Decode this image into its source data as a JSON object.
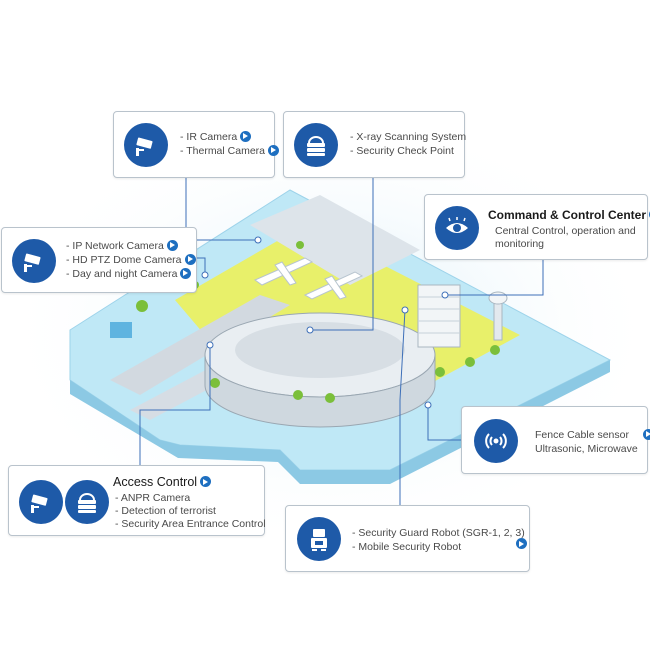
{
  "colors": {
    "accent": "#1e5aa8",
    "arrow": "#1e6fc0",
    "ground": "#e8f06a",
    "platform": "#bfe8f6",
    "line": "#3d6fb8"
  },
  "cards": {
    "ir": {
      "icon": "cctv-camera-icon",
      "items": [
        "- IR Camera",
        "- Thermal Camera"
      ]
    },
    "xray": {
      "icon": "xray-scanner-icon",
      "items": [
        "- X-ray Scanning System",
        "- Security Check Point"
      ]
    },
    "ip": {
      "icon": "cctv-camera-icon",
      "items": [
        "- IP Network Camera",
        "- HD PTZ  Dome Camera",
        "- Day and night Camera"
      ]
    },
    "command": {
      "icon": "eye-icon",
      "title": "Command & Control Center",
      "desc1": "Central Control, operation and",
      "desc2": "monitoring"
    },
    "fence": {
      "icon": "signal-wave-icon",
      "items": [
        "Fence Cable sensor",
        "Ultrasonic, Microwave"
      ]
    },
    "access": {
      "icon1": "cctv-camera-icon",
      "icon2": "xray-scanner-icon",
      "title": "Access Control",
      "items": [
        "- ANPR Camera",
        "- Detection of terrorist",
        "- Security Area Entrance Control"
      ]
    },
    "robot": {
      "icon": "robot-icon",
      "items": [
        "- Security Guard Robot  (SGR-1, 2, 3)",
        "- Mobile Security Robot"
      ]
    }
  }
}
